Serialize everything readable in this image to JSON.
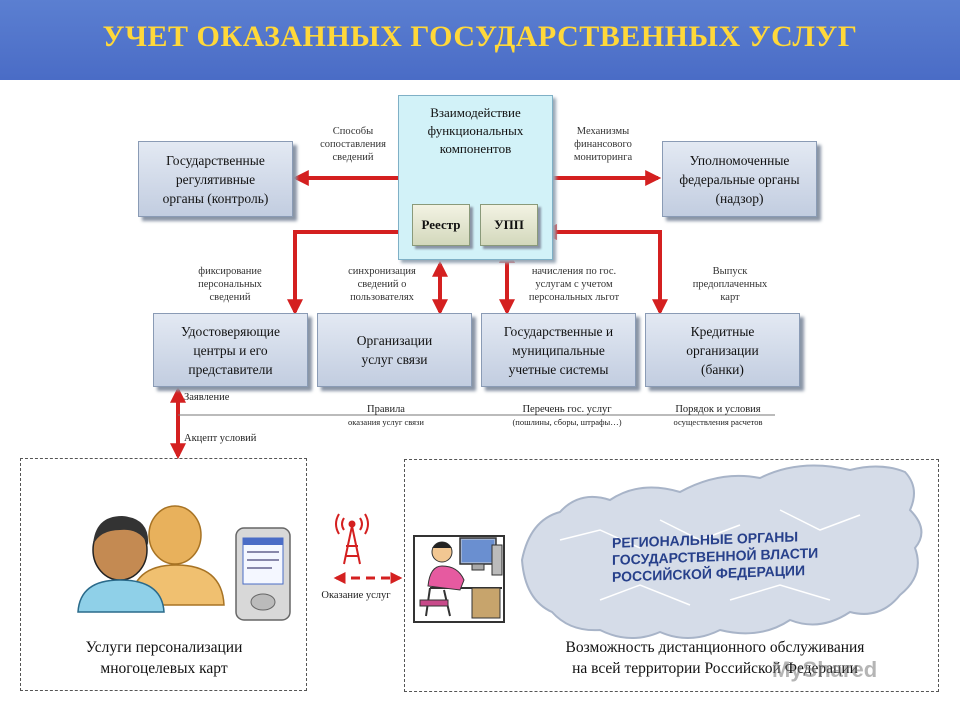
{
  "header": {
    "title": "УЧЕТ ОКАЗАННЫХ ГОСУДАРСТВЕННЫХ УСЛУГ"
  },
  "center": {
    "title": "Взаимодействие\nфункциональных\nкомпонентов",
    "registry": "Реестр",
    "upp": "УПП"
  },
  "top_boxes": {
    "regulators": "Государственные\nрегулятивные\nорганы (контроль)",
    "federal": "Уполномоченные\nфедеральные органы\n(надзор)"
  },
  "top_labels": {
    "comparison": "Способы\nсопоставления\nсведений",
    "monitoring": "Механизмы\nфинансового\nмониторинга"
  },
  "mid_labels": {
    "fixing": "фиксирование\nперсональных\nсведений",
    "sync": "синхронизация\nсведений о\nпользователях",
    "charges": "начисления по гос.\nуслугам с учетом\nперсональных льгот",
    "prepaid": "Выпуск\nпредоплаченных\nкарт"
  },
  "row_boxes": {
    "certification": "Удостоверяющие\nцентры и его\nпредставители",
    "telecom": "Организации\nуслуг связи",
    "accounting": "Государственные и\nмуниципальные\nучетные системы",
    "credit": "Кредитные\nорганизации\n(банки)"
  },
  "bottom_labels": {
    "application": "Заявление",
    "rules": "Правила",
    "rules_sub": "оказания услуг связи",
    "services_list": "Перечень гос. услуг",
    "services_list_sub": "(пошлины, сборы, штрафы…)",
    "order": "Порядок и условия",
    "order_sub": "осуществления расчетов",
    "accept": "Акцепт условий",
    "provision": "Оказание услуг"
  },
  "panels": {
    "left_caption": "Услуги персонализации\nмногоцелевых карт",
    "right_caption": "Возможность дистанционного обслуживания\nна всей территории Российской Федерации",
    "map_text": "РЕГИОНАЛЬНЫЕ ОРГАНЫ\nГОСУДАРСТВЕННОЙ ВЛАСТИ\nРОССИЙСКОЙ ФЕДЕРАЦИИ",
    "watermark": "MyShared"
  },
  "colors": {
    "arrow": "#d42020",
    "banner": "#4a6cc6",
    "title": "#ffd83a"
  }
}
